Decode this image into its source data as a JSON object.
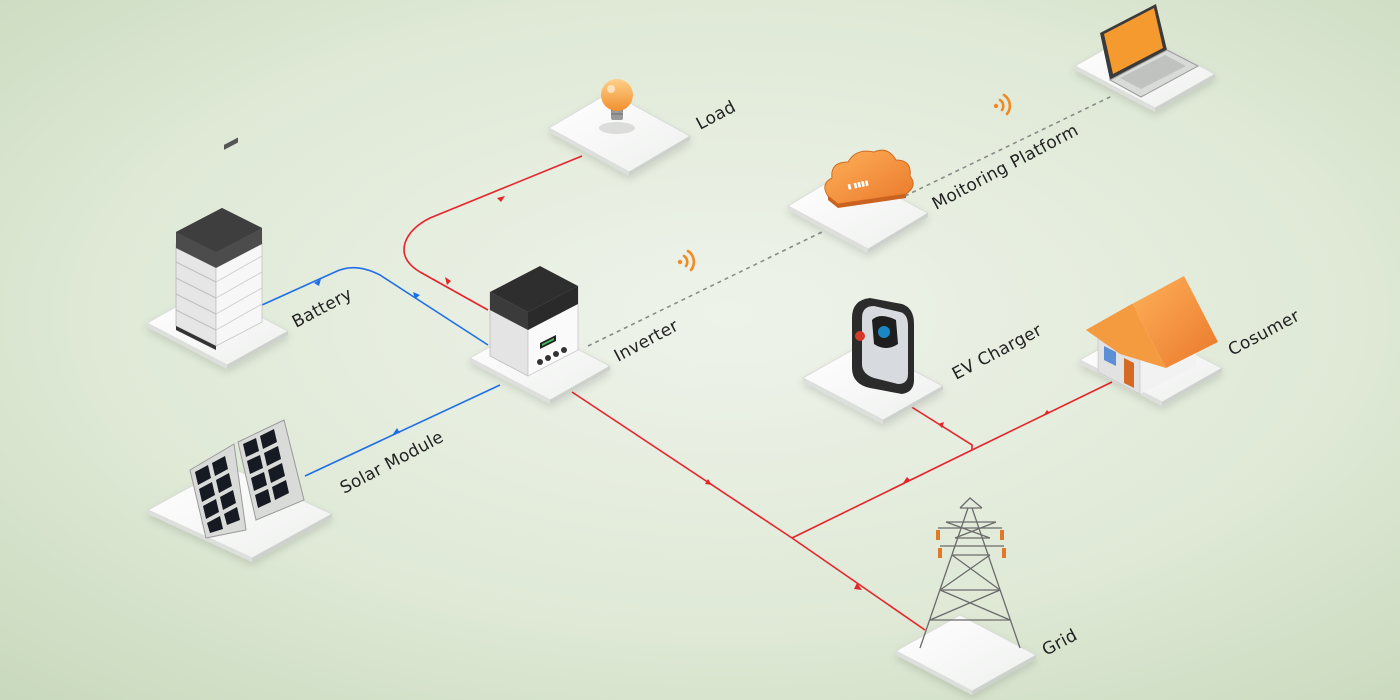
{
  "labels": {
    "load": "Load",
    "monitoring": "Moitoring Platform",
    "battery": "Battery",
    "inverter": "Inverter",
    "ev_charger": "EV Charger",
    "consumer": "Cosumer",
    "solar": "Solar Module",
    "grid": "Grid"
  },
  "colors": {
    "ac_line": "#e8232a",
    "dc_line": "#1f6fe8",
    "comm_line": "#8a8a8a",
    "accent_orange": "#f39a3c",
    "background_start": "#cfdcc4",
    "background_end": "#eaf1e6"
  },
  "icons": {
    "wifi_near_inverter": "wifi-signal-icon",
    "wifi_near_cloud": "wifi-signal-icon"
  }
}
